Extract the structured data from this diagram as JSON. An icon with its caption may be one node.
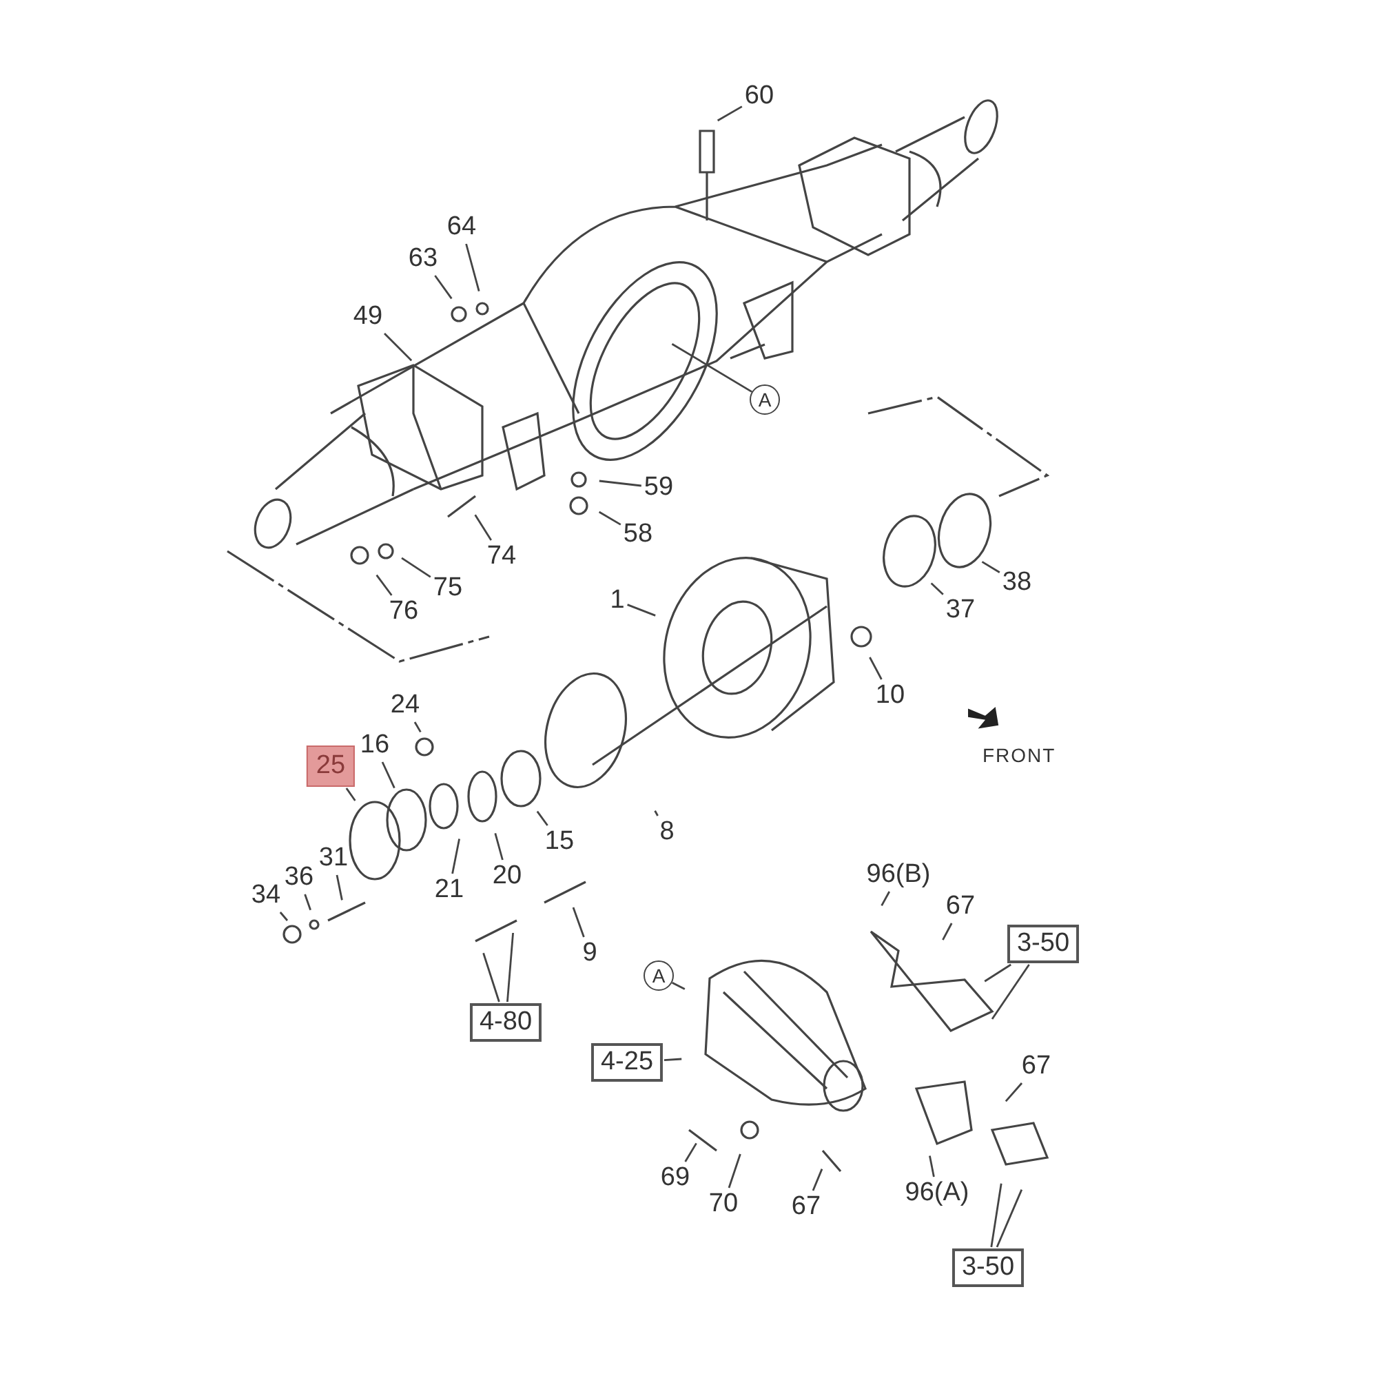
{
  "diagram": {
    "nodes": [
      {
        "text": [
          "60"
        ]
      },
      {
        "text": [
          "64"
        ]
      },
      {
        "text": [
          "63"
        ]
      },
      {
        "text": [
          "49"
        ]
      },
      {
        "text": [
          "A"
        ]
      },
      {
        "text": [
          "59"
        ]
      },
      {
        "text": [
          "58"
        ]
      },
      {
        "text": [
          "74"
        ]
      },
      {
        "text": [
          "75"
        ]
      },
      {
        "text": [
          "76"
        ]
      },
      {
        "text": [
          "38"
        ]
      },
      {
        "text": [
          "37"
        ]
      },
      {
        "text": [
          "1"
        ]
      },
      {
        "text": [
          "10"
        ]
      },
      {
        "text": [
          "24"
        ]
      },
      {
        "text": [
          "25"
        ]
      },
      {
        "text": [
          "16"
        ]
      },
      {
        "text": [
          "15"
        ]
      },
      {
        "text": [
          "8"
        ]
      },
      {
        "text": [
          "31"
        ]
      },
      {
        "text": [
          "36"
        ]
      },
      {
        "text": [
          "34"
        ]
      },
      {
        "text": [
          "21"
        ]
      },
      {
        "text": [
          "20"
        ]
      },
      {
        "text": [
          "9"
        ]
      },
      {
        "text": [
          "96(B)"
        ]
      },
      {
        "text": [
          "67"
        ]
      },
      {
        "text": [
          "3-50"
        ]
      },
      {
        "text": [
          "A"
        ]
      },
      {
        "text": [
          "4-80"
        ]
      },
      {
        "text": [
          "4-25"
        ]
      },
      {
        "text": [
          "67"
        ]
      },
      {
        "text": [
          "96(A)"
        ]
      },
      {
        "text": [
          "69"
        ]
      },
      {
        "text": [
          "70"
        ]
      },
      {
        "text": [
          "67"
        ]
      },
      {
        "text": [
          "3-50"
        ]
      }
    ],
    "edges": [
      {
        "from": 0,
        "to": null,
        "arrow": "none"
      },
      {
        "from": 1,
        "to": null,
        "arrow": "none"
      },
      {
        "from": 2,
        "to": null,
        "arrow": "none"
      },
      {
        "from": 3,
        "to": null,
        "arrow": "none"
      },
      {
        "from": 4,
        "to": null,
        "arrow": "none"
      },
      {
        "from": 5,
        "to": null,
        "arrow": "none"
      },
      {
        "from": 6,
        "to": null,
        "arrow": "none"
      },
      {
        "from": 7,
        "to": null,
        "arrow": "none"
      },
      {
        "from": 8,
        "to": null,
        "arrow": "none"
      },
      {
        "from": 9,
        "to": null,
        "arrow": "none"
      },
      {
        "from": 10,
        "to": null,
        "arrow": "none"
      },
      {
        "from": 11,
        "to": null,
        "arrow": "none"
      },
      {
        "from": 12,
        "to": null,
        "arrow": "none"
      },
      {
        "from": 13,
        "to": null,
        "arrow": "none"
      },
      {
        "from": 14,
        "to": null,
        "arrow": "none"
      },
      {
        "from": 15,
        "to": null,
        "arrow": "none"
      },
      {
        "from": 16,
        "to": null,
        "arrow": "none"
      },
      {
        "from": 17,
        "to": null,
        "arrow": "none"
      },
      {
        "from": 18,
        "to": null,
        "arrow": "none"
      },
      {
        "from": 19,
        "to": null,
        "arrow": "none"
      },
      {
        "from": 20,
        "to": null,
        "arrow": "none"
      },
      {
        "from": 21,
        "to": null,
        "arrow": "none"
      },
      {
        "from": 22,
        "to": null,
        "arrow": "none"
      },
      {
        "from": 23,
        "to": null,
        "arrow": "none"
      },
      {
        "from": 24,
        "to": null,
        "arrow": "none"
      },
      {
        "from": 25,
        "to": null,
        "arrow": "none"
      },
      {
        "from": 26,
        "to": null,
        "arrow": "none"
      },
      {
        "from": 27,
        "to": null,
        "arrow": "none"
      },
      {
        "from": 27,
        "to": null,
        "arrow": "none"
      },
      {
        "from": 28,
        "to": null,
        "arrow": "none"
      },
      {
        "from": 29,
        "to": null,
        "arrow": "none"
      },
      {
        "from": 29,
        "to": null,
        "arrow": "none"
      },
      {
        "from": 30,
        "to": null,
        "arrow": "none"
      },
      {
        "from": 31,
        "to": null,
        "arrow": "none"
      },
      {
        "from": 32,
        "to": null,
        "arrow": "none"
      },
      {
        "from": 33,
        "to": null,
        "arrow": "none"
      },
      {
        "from": 34,
        "to": null,
        "arrow": "none"
      },
      {
        "from": 35,
        "to": null,
        "arrow": "none"
      },
      {
        "from": 36,
        "to": null,
        "arrow": "none"
      },
      {
        "from": 36,
        "to": null,
        "arrow": "none"
      }
    ],
    "labels": [
      "FRONT"
    ]
  }
}
